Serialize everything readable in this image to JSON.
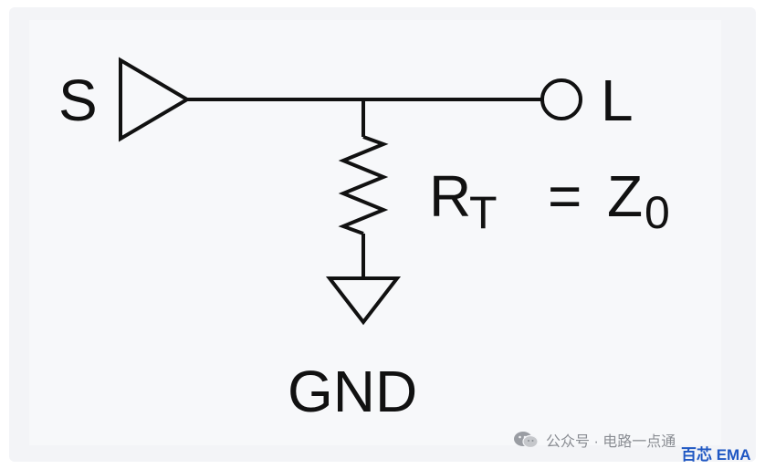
{
  "diagram": {
    "source_label": "S",
    "load_label": "L",
    "ground_label": "GND",
    "resistor_label": {
      "main": "R",
      "sub": "T",
      "equals": "=",
      "rhs_main": "Z",
      "rhs_sub": "0"
    }
  },
  "watermark": {
    "text": "公众号 · 电路一点通",
    "icon": "wechat-icon"
  },
  "brand": {
    "text": "百芯 EMA",
    "color": "#1f57c3"
  }
}
